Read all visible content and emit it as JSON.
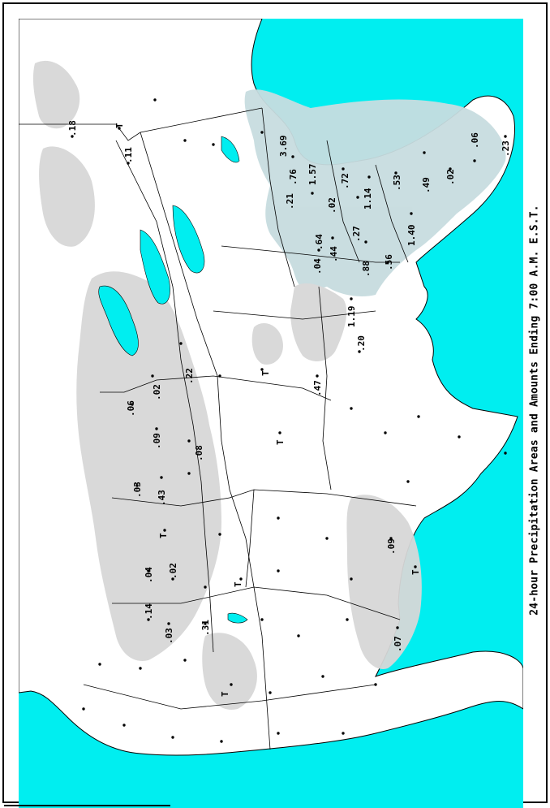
{
  "caption": "24-hour Precipitation Areas and Amounts Ending 7:00 A.M. E.S.T.",
  "colors": {
    "water": "#00eef0",
    "land": "#ffffff",
    "precip": "#d7d7d7",
    "precip_coast": "#c7dcdf",
    "border": "#000000"
  },
  "amounts": [
    ".18",
    "T",
    ".11",
    "3.69",
    ".76",
    "1.57",
    ".21",
    ".72",
    ".02",
    "1.14",
    ".53",
    ".06",
    ".23",
    ".02",
    ".49",
    ".64",
    ".04",
    ".44",
    ".27",
    ".88",
    ".56",
    "1.40",
    "1.19",
    ".20",
    ".47",
    "T",
    ".06",
    ".02",
    ".22",
    "T",
    ".09",
    ".08",
    ".03",
    ".43",
    "T",
    ".02",
    ".04",
    ".14",
    ".03",
    ".31",
    "T",
    "T",
    ".09",
    "T",
    ".07"
  ]
}
